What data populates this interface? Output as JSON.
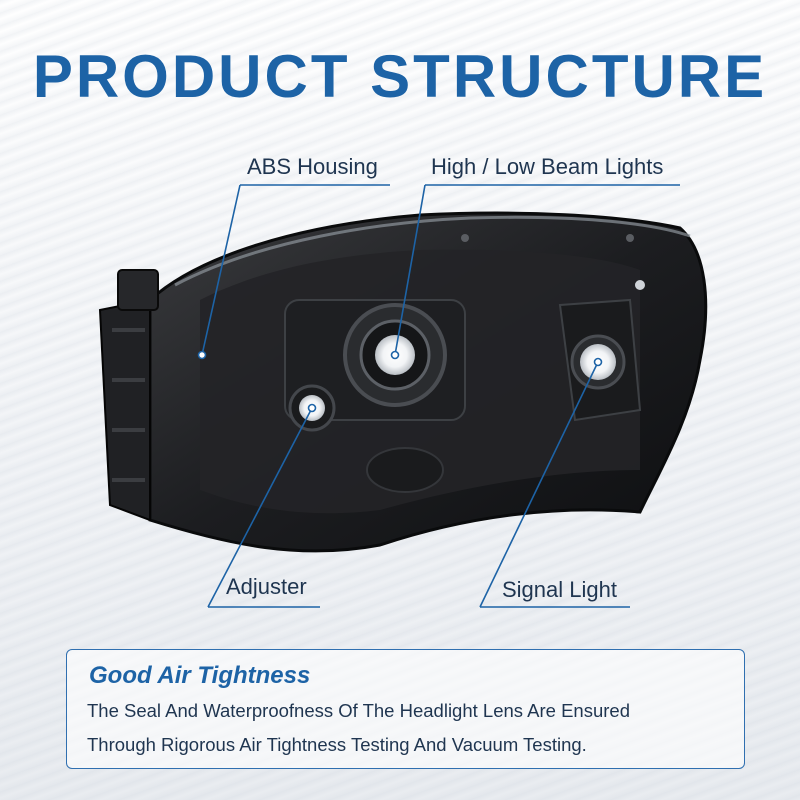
{
  "heading": "PRODUCT STRUCTURE",
  "callouts": {
    "abs_housing": "ABS Housing",
    "beam_lights": "High / Low Beam Lights",
    "adjuster": "Adjuster",
    "signal_light": "Signal Light"
  },
  "feature": {
    "title": "Good Air Tightness",
    "line1": "The Seal And Waterproofness Of The Headlight Lens Are Ensured",
    "line2": "Through Rigorous Air Tightness Testing And Vacuum Testing."
  },
  "colors": {
    "brand_blue": "#1d63a6",
    "text_dark": "#1f3550",
    "housing_black": "#1b1c1e"
  }
}
